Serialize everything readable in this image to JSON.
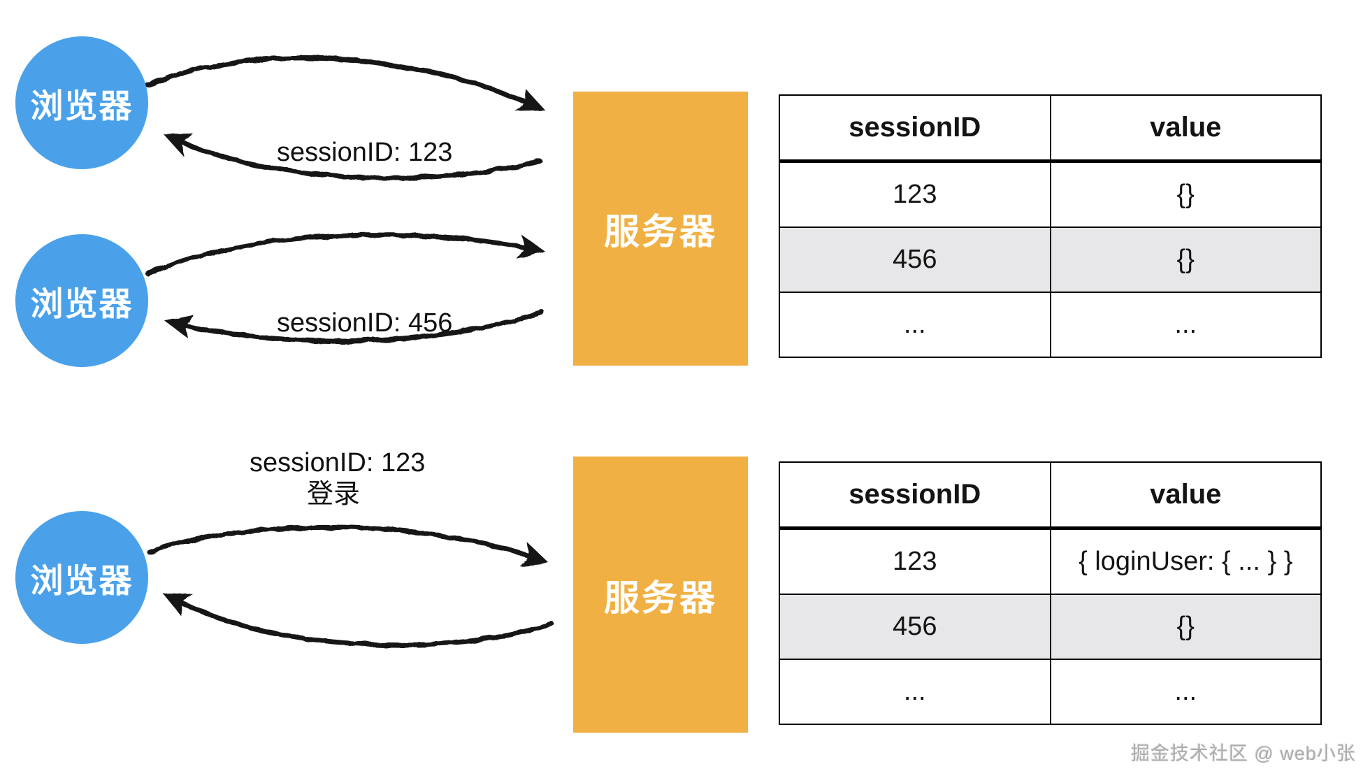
{
  "diagram": {
    "browser_label": "浏览器",
    "server_label": "服务器",
    "flows": [
      {
        "label": "sessionID: 123"
      },
      {
        "label": "sessionID: 456"
      },
      {
        "label": "sessionID: 123",
        "label2": "登录"
      }
    ]
  },
  "tables": {
    "top": {
      "headers": [
        "sessionID",
        "value"
      ],
      "rows": [
        [
          "123",
          "{}"
        ],
        [
          "456",
          "{}"
        ],
        [
          "...",
          "..."
        ]
      ]
    },
    "bottom": {
      "headers": [
        "sessionID",
        "value"
      ],
      "rows": [
        [
          "123",
          "{ loginUser: { ... } }"
        ],
        [
          "456",
          "{}"
        ],
        [
          "...",
          "..."
        ]
      ]
    }
  },
  "watermark": "掘金技术社区 @ web小张",
  "colors": {
    "browser_blue": "#4AA1E9",
    "server_orange": "#F0B043",
    "row_gray": "#E7E7E9",
    "arrow_black": "#151515"
  }
}
